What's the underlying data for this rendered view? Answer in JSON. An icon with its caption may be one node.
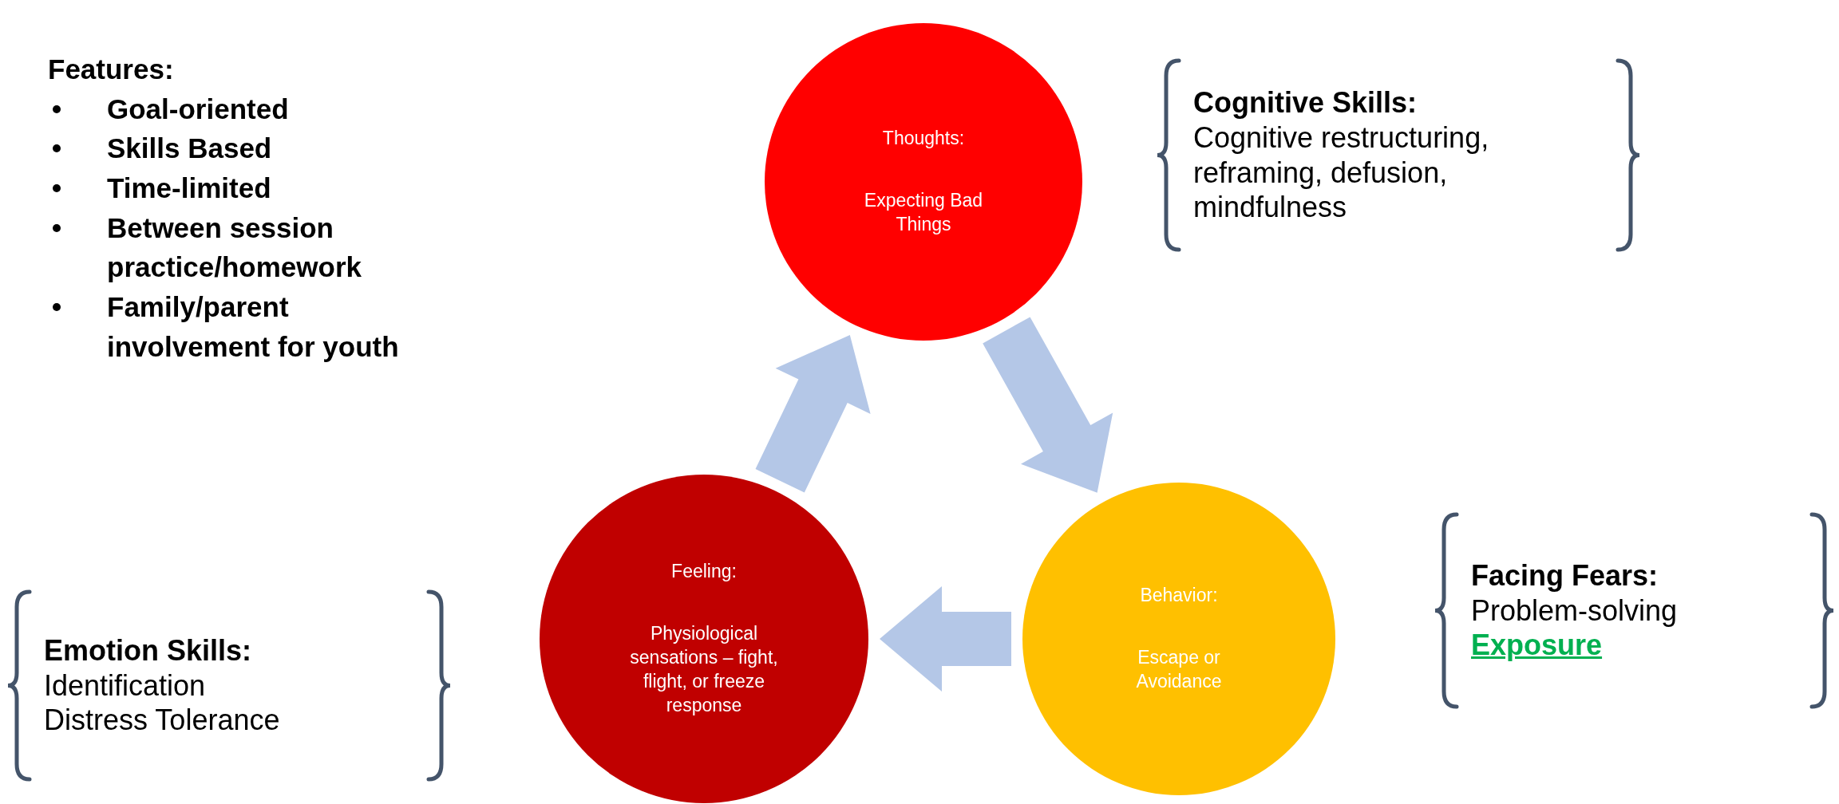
{
  "diagram": {
    "nodes": [
      {
        "text": [
          "Thoughts:",
          "Expecting Bad Things"
        ]
      },
      {
        "text": [
          "Cognitive Skills:",
          "Cognitive restructuring, reframing, defusion, mindfulness"
        ]
      },
      {
        "text": [
          "Feeling:",
          "Physiological sensations – fight, flight, or freeze response"
        ]
      },
      {
        "text": [
          "Behavior:",
          "Escape or Avoidance"
        ]
      },
      {
        "text": [
          "Facing Fears:",
          "Problem-solving",
          "Exposure"
        ]
      },
      {
        "text": [
          "Emotion Skills:",
          "Identification",
          "Distress Tolerance"
        ]
      }
    ],
    "edges": [
      {
        "from": 2,
        "to": 0,
        "arrow": "to"
      },
      {
        "from": 0,
        "to": 3,
        "arrow": "to"
      },
      {
        "from": 3,
        "to": 2,
        "arrow": "to"
      }
    ],
    "labels": [
      "Features:",
      "Goal-oriented",
      "Skills Based",
      "Time-limited",
      "Between session practice/homework",
      "Family/parent involvement for youth"
    ]
  }
}
